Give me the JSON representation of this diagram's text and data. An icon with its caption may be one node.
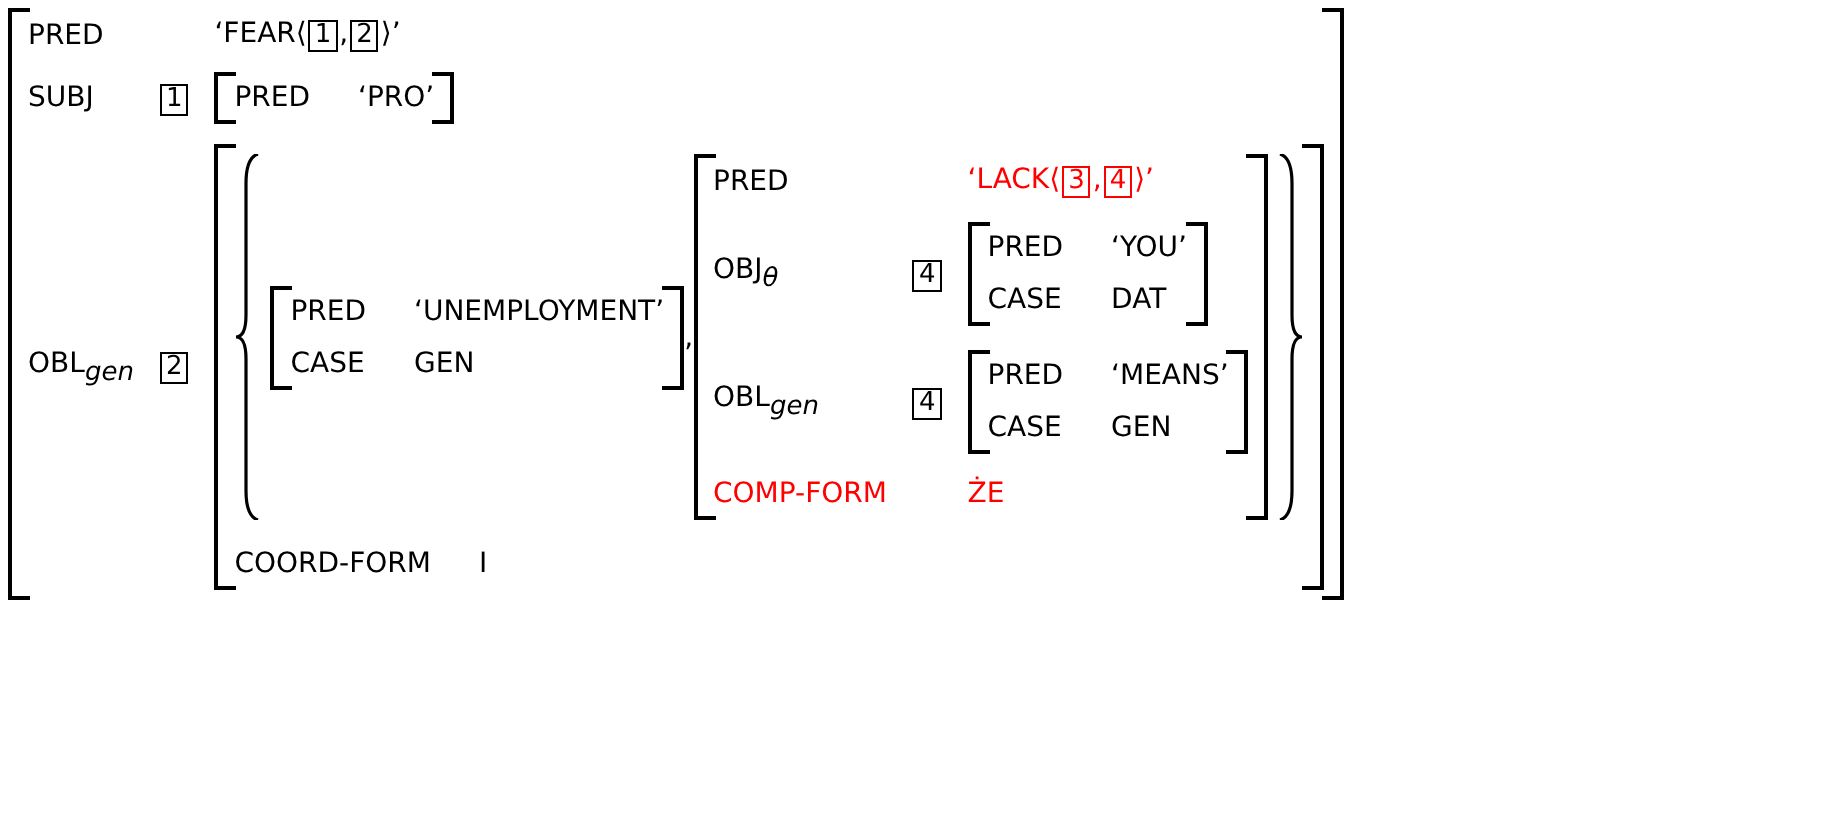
{
  "diagram": {
    "nodes": [
      {
        "text": [
          "PRED",
          "‘FEAR⟨1,2⟩’",
          "SUBJ",
          "1",
          "OBL$_{gen}$",
          "2"
        ]
      },
      {
        "text": [
          "PRED",
          "‘PRO’"
        ],
        "in": 0
      },
      {
        "text": [
          "COORD-FORM",
          "I"
        ],
        "in": 0
      },
      {
        "text": [
          ","
        ],
        "in": 2
      },
      {
        "text": [
          "PRED",
          "‘UNEMPLOYMENT’",
          "CASE",
          "GEN"
        ],
        "in": 3
      },
      {
        "text": [
          "PRED",
          "‘LACK⟨3,4⟩’",
          "OBJ$_{θ}$",
          "4",
          "OBL$_{gen}$",
          "4",
          "COMP-FORM",
          "ŻE"
        ],
        "in": 3
      },
      {
        "text": [
          "PRED",
          "‘YOU’",
          "CASE",
          "DAT"
        ],
        "in": 5
      },
      {
        "text": [
          "PRED",
          "‘MEANS’",
          "CASE",
          "GEN"
        ],
        "in": 5
      }
    ]
  }
}
